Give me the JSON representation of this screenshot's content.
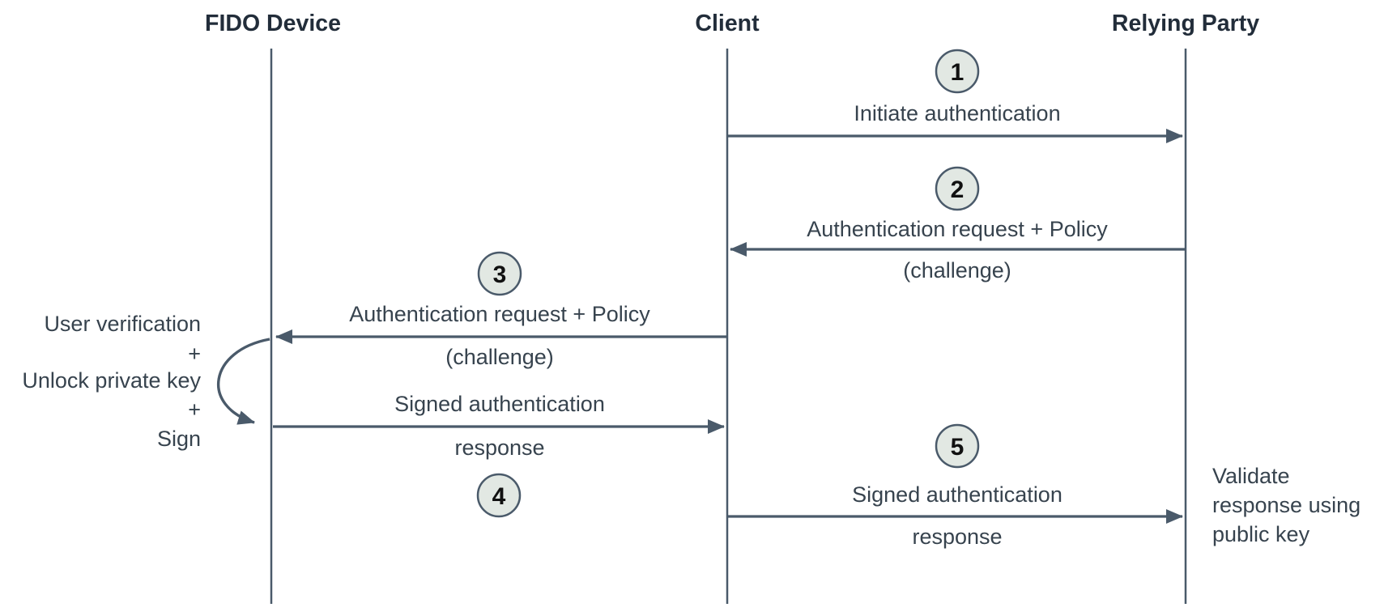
{
  "actors": [
    {
      "name": "FIDO Device"
    },
    {
      "name": "Client"
    },
    {
      "name": "Relying Party"
    }
  ],
  "messages": [
    {
      "step": "1",
      "from": "Client",
      "to": "Relying Party",
      "label": "Initiate authentication"
    },
    {
      "step": "2",
      "from": "Relying Party",
      "to": "Client",
      "label": "Authentication request + Policy",
      "sublabel": "(challenge)"
    },
    {
      "step": "3",
      "from": "Client",
      "to": "FIDO Device",
      "label": "Authentication request + Policy",
      "sublabel": "(challenge)"
    },
    {
      "step": "4",
      "from": "FIDO Device",
      "to": "Client",
      "label": "Signed authentication",
      "sublabel": "response"
    },
    {
      "step": "5",
      "from": "Client",
      "to": "Relying Party",
      "label": "Signed authentication",
      "sublabel": "response"
    }
  ],
  "annotations": {
    "fido_device_action": {
      "lines": [
        "User verification",
        "+",
        "Unlock private key",
        "+",
        "Sign"
      ]
    },
    "relying_party_action": {
      "lines": [
        "Validate",
        "response using",
        "public key"
      ]
    }
  },
  "colors": {
    "background": "#ffffff",
    "line": "#4a5a6a",
    "title_text": "#222d3a",
    "label_text": "#37434e",
    "step_circle_fill": "#e2e8e3",
    "step_circle_border": "#4a5a6a",
    "step_number_text": "#111111"
  }
}
